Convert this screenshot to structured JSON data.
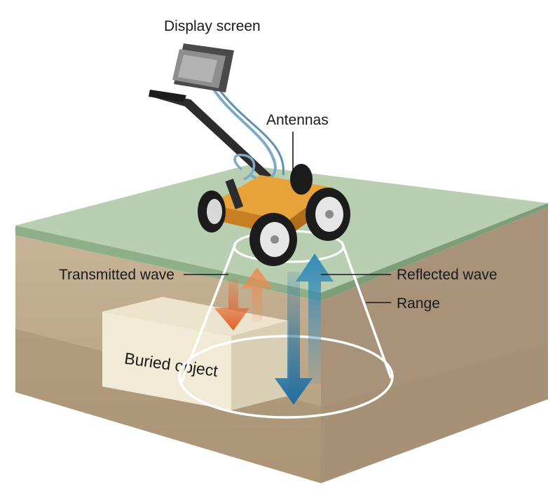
{
  "labels": {
    "display_screen": "Display screen",
    "antennas": "Antennas",
    "transmitted_wave": "Transmitted wave",
    "reflected_wave": "Reflected wave",
    "range": "Range",
    "buried_object": "Buried object"
  },
  "colors": {
    "surface": "#b8cfb0",
    "soil": "#c9b49a",
    "cart_body": "#e8a23a",
    "transmitted_arrow": "#e0622a",
    "reflected_arrow": "#1f6fa3",
    "range_cone": "#ffffff",
    "buried_object": "#f1ead6"
  }
}
